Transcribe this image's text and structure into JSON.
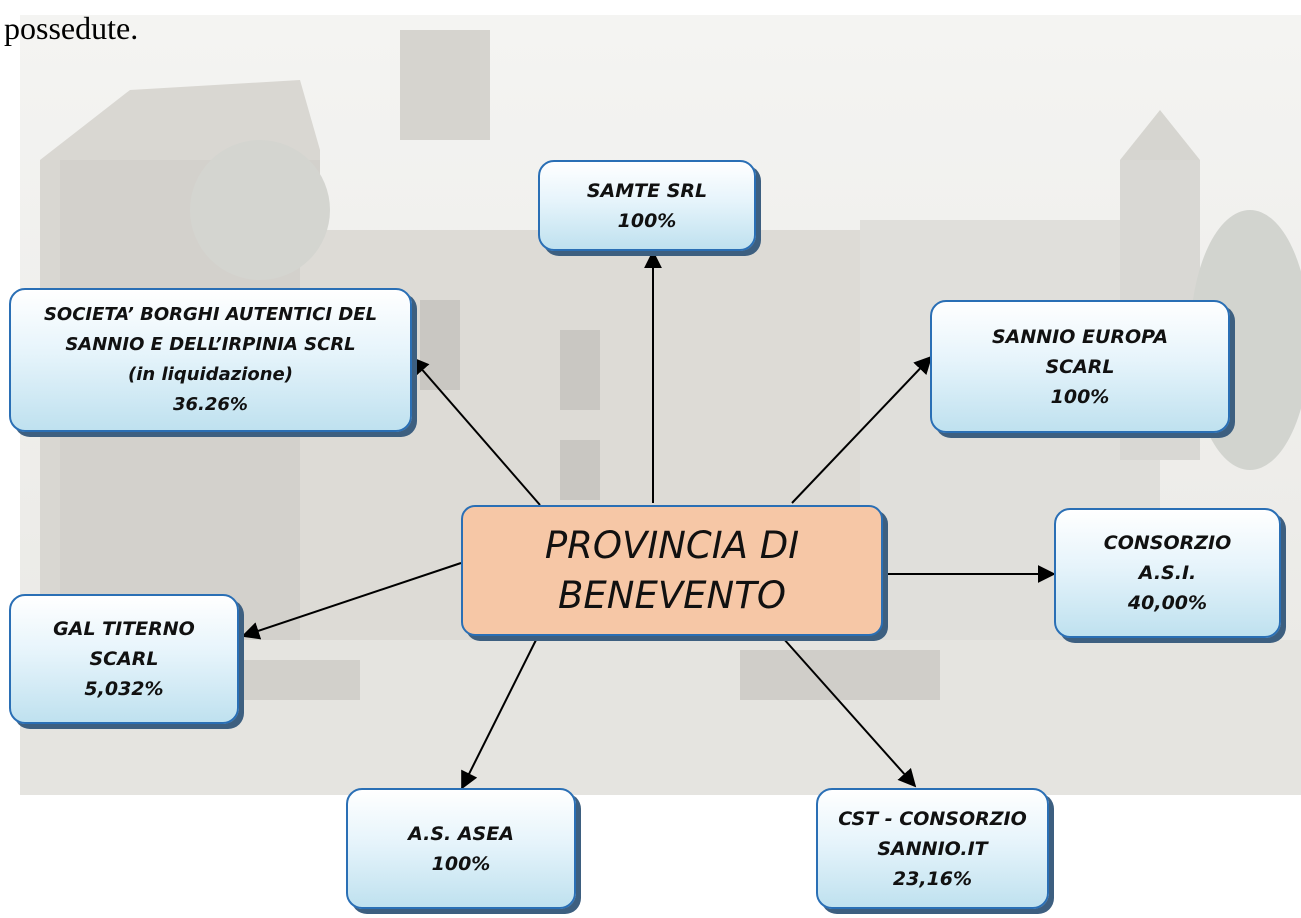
{
  "intro_text": "possedute.",
  "center": {
    "line1": "PROVINCIA DI",
    "line2": "BENEVENTO"
  },
  "companies": {
    "samte": {
      "name": "SAMTE SRL",
      "share": "100%"
    },
    "borghi": {
      "line1": "SOCIETA’ BORGHI AUTENTICI DEL",
      "line2": "SANNIO E DELL’IRPINIA SCRL",
      "status": "(in liquidazione)",
      "share": "36.26%"
    },
    "sannio_europa": {
      "line1": "SANNIO EUROPA",
      "line2": "SCARL",
      "share": "100%"
    },
    "asi": {
      "line1": "CONSORZIO",
      "line2": "A.S.I.",
      "share": "40,00%"
    },
    "gal": {
      "line1": "GAL TITERNO",
      "line2": "SCARL",
      "share": "5,032%"
    },
    "asea": {
      "name": "A.S. ASEA",
      "share": "100%"
    },
    "cst": {
      "line1": "CST - CONSORZIO",
      "line2": "SANNIO.IT",
      "share": "23,16%"
    }
  },
  "colors": {
    "box_border": "#2a6fb5",
    "box_fill_bottom": "#bfe1ef",
    "center_fill": "#f6c7a6",
    "shadow": "#3d5f80"
  }
}
